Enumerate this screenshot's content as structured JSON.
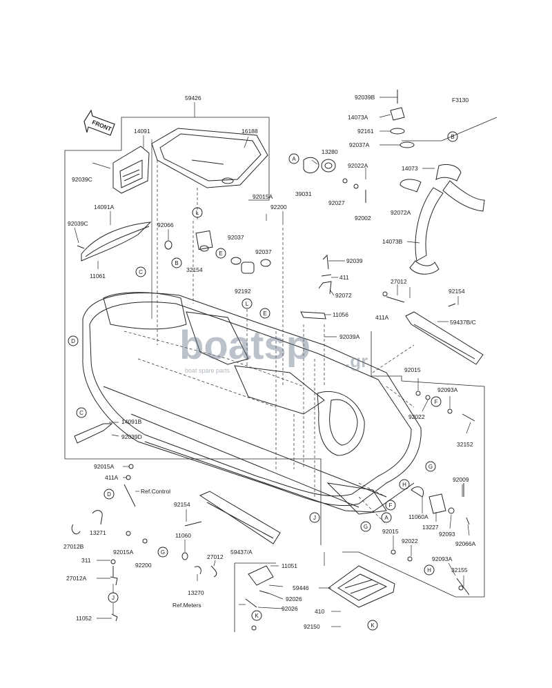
{
  "figure_code": "F3130",
  "front_label": "FRONT",
  "watermark": {
    "main": "boatsp",
    "suffix": ".gr",
    "sub": "boat spare parts"
  },
  "part_labels": [
    {
      "id": "p59426",
      "text": "59426"
    },
    {
      "id": "p14091",
      "text": "14091"
    },
    {
      "id": "p16188",
      "text": "16188"
    },
    {
      "id": "p92039C_a",
      "text": "92039C"
    },
    {
      "id": "p14091A",
      "text": "14091A"
    },
    {
      "id": "p92039C_b",
      "text": "92039C"
    },
    {
      "id": "p92066",
      "text": "92066"
    },
    {
      "id": "p11061",
      "text": "11061"
    },
    {
      "id": "p32154",
      "text": "32154"
    },
    {
      "id": "p92037_a",
      "text": "92037"
    },
    {
      "id": "p92037_b",
      "text": "92037"
    },
    {
      "id": "p92192",
      "text": "92192"
    },
    {
      "id": "p92015A_a",
      "text": "92015A"
    },
    {
      "id": "p92200_a",
      "text": "92200"
    },
    {
      "id": "p39031",
      "text": "39031"
    },
    {
      "id": "p13280",
      "text": "13280"
    },
    {
      "id": "p92022A",
      "text": "92022A"
    },
    {
      "id": "p92027",
      "text": "92027"
    },
    {
      "id": "p92002",
      "text": "92002"
    },
    {
      "id": "p92039B",
      "text": "92039B"
    },
    {
      "id": "p14073A",
      "text": "14073A"
    },
    {
      "id": "p92161",
      "text": "92161"
    },
    {
      "id": "p92037A",
      "text": "92037A"
    },
    {
      "id": "p14073",
      "text": "14073"
    },
    {
      "id": "p92072A",
      "text": "92072A"
    },
    {
      "id": "p14073B",
      "text": "14073B"
    },
    {
      "id": "p92039",
      "text": "92039"
    },
    {
      "id": "p411",
      "text": "411"
    },
    {
      "id": "p92072",
      "text": "92072"
    },
    {
      "id": "p11056",
      "text": "11056"
    },
    {
      "id": "p92039A",
      "text": "92039A"
    },
    {
      "id": "p27012_a",
      "text": "27012"
    },
    {
      "id": "p411A_a",
      "text": "411A"
    },
    {
      "id": "p92154_a",
      "text": "92154"
    },
    {
      "id": "p59437BC",
      "text": "59437B/C"
    },
    {
      "id": "p92015_a",
      "text": "92015"
    },
    {
      "id": "p92093A_a",
      "text": "92093A"
    },
    {
      "id": "p92022_a",
      "text": "92022"
    },
    {
      "id": "p32152",
      "text": "32152"
    },
    {
      "id": "p14091B",
      "text": "14091B"
    },
    {
      "id": "p92039D",
      "text": "92039D"
    },
    {
      "id": "p92015A_b",
      "text": "92015A"
    },
    {
      "id": "p411A_b",
      "text": "411A"
    },
    {
      "id": "pRefControl",
      "text": "Ref.Control"
    },
    {
      "id": "p92154_b",
      "text": "92154"
    },
    {
      "id": "p13271",
      "text": "13271"
    },
    {
      "id": "p27012B",
      "text": "27012B"
    },
    {
      "id": "p11060",
      "text": "11060"
    },
    {
      "id": "p92015A_c",
      "text": "92015A"
    },
    {
      "id": "p92200_b",
      "text": "92200"
    },
    {
      "id": "p59437A",
      "text": "59437/A"
    },
    {
      "id": "p311",
      "text": "311"
    },
    {
      "id": "p27012A",
      "text": "27012A"
    },
    {
      "id": "p27012_b",
      "text": "27012"
    },
    {
      "id": "p13270",
      "text": "13270"
    },
    {
      "id": "pRefMeters",
      "text": "Ref.Meters"
    },
    {
      "id": "p11052",
      "text": "11052"
    },
    {
      "id": "p11051",
      "text": "11051"
    },
    {
      "id": "p59446",
      "text": "59446"
    },
    {
      "id": "p92026_a",
      "text": "92026"
    },
    {
      "id": "p92026_b",
      "text": "92026"
    },
    {
      "id": "p410",
      "text": "410"
    },
    {
      "id": "p92150",
      "text": "92150"
    },
    {
      "id": "p92009",
      "text": "92009"
    },
    {
      "id": "p11060A",
      "text": "11060A"
    },
    {
      "id": "p13227",
      "text": "13227"
    },
    {
      "id": "p92093_a",
      "text": "92093"
    },
    {
      "id": "p92066A",
      "text": "92066A"
    },
    {
      "id": "p92015_b",
      "text": "92015"
    },
    {
      "id": "p92022_b",
      "text": "92022"
    },
    {
      "id": "p92093A_b",
      "text": "92093A"
    },
    {
      "id": "p32155",
      "text": "32155"
    }
  ],
  "reference_markers": [
    {
      "id": "mA1",
      "letter": "A"
    },
    {
      "id": "mL1",
      "letter": "L"
    },
    {
      "id": "mB1",
      "letter": "B"
    },
    {
      "id": "mB2",
      "letter": "B"
    },
    {
      "id": "mC1",
      "letter": "C"
    },
    {
      "id": "mC2",
      "letter": "C"
    },
    {
      "id": "mD1",
      "letter": "D"
    },
    {
      "id": "mD2",
      "letter": "D"
    },
    {
      "id": "mE1",
      "letter": "E"
    },
    {
      "id": "mE2",
      "letter": "E"
    },
    {
      "id": "mL2",
      "letter": "L"
    },
    {
      "id": "mF1",
      "letter": "F"
    },
    {
      "id": "mF2",
      "letter": "F"
    },
    {
      "id": "mG1",
      "letter": "G"
    },
    {
      "id": "mG2",
      "letter": "G"
    },
    {
      "id": "mG3",
      "letter": "G"
    },
    {
      "id": "mH1",
      "letter": "H"
    },
    {
      "id": "mH2",
      "letter": "H"
    },
    {
      "id": "mA2",
      "letter": "A"
    },
    {
      "id": "mJ1",
      "letter": "J"
    },
    {
      "id": "mJ2",
      "letter": "J"
    },
    {
      "id": "mK1",
      "letter": "K"
    },
    {
      "id": "mK2",
      "letter": "K"
    }
  ]
}
